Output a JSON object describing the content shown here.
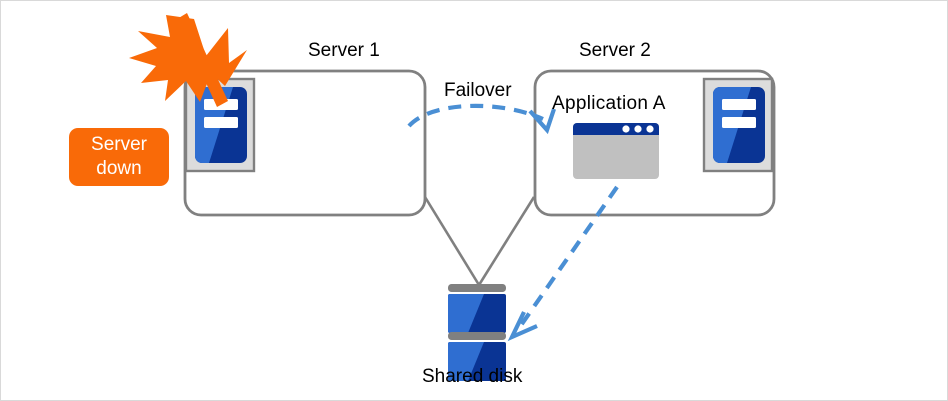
{
  "diagram": {
    "title_server1": "Server 1",
    "title_server2": "Server 2",
    "failover_label": "Failover",
    "application_label": "Application A",
    "shared_disk_label": "Shared disk",
    "server_down_line1": "Server",
    "server_down_line2": "down",
    "colors": {
      "background": "#ffffff",
      "box_border": "#808080",
      "orange": "#f96a08",
      "arrow_blue": "#4a8fd4",
      "icon_blue_light": "#2f6ed1",
      "icon_blue_dark": "#0a3494",
      "icon_tile_fill": "#dcdcdc",
      "icon_tile_border": "#808080",
      "window_body": "#c0c0c0",
      "window_titlebar": "#0a3494",
      "disk_bar_gray": "#808080",
      "text": "#000000",
      "page_border": "#d9d9d9"
    },
    "icons": {
      "server1": "server-tower-icon",
      "server2": "server-tower-icon",
      "app_window": "application-window-icon",
      "disk": "shared-disk-icon",
      "burst": "failure-burst-icon"
    }
  }
}
